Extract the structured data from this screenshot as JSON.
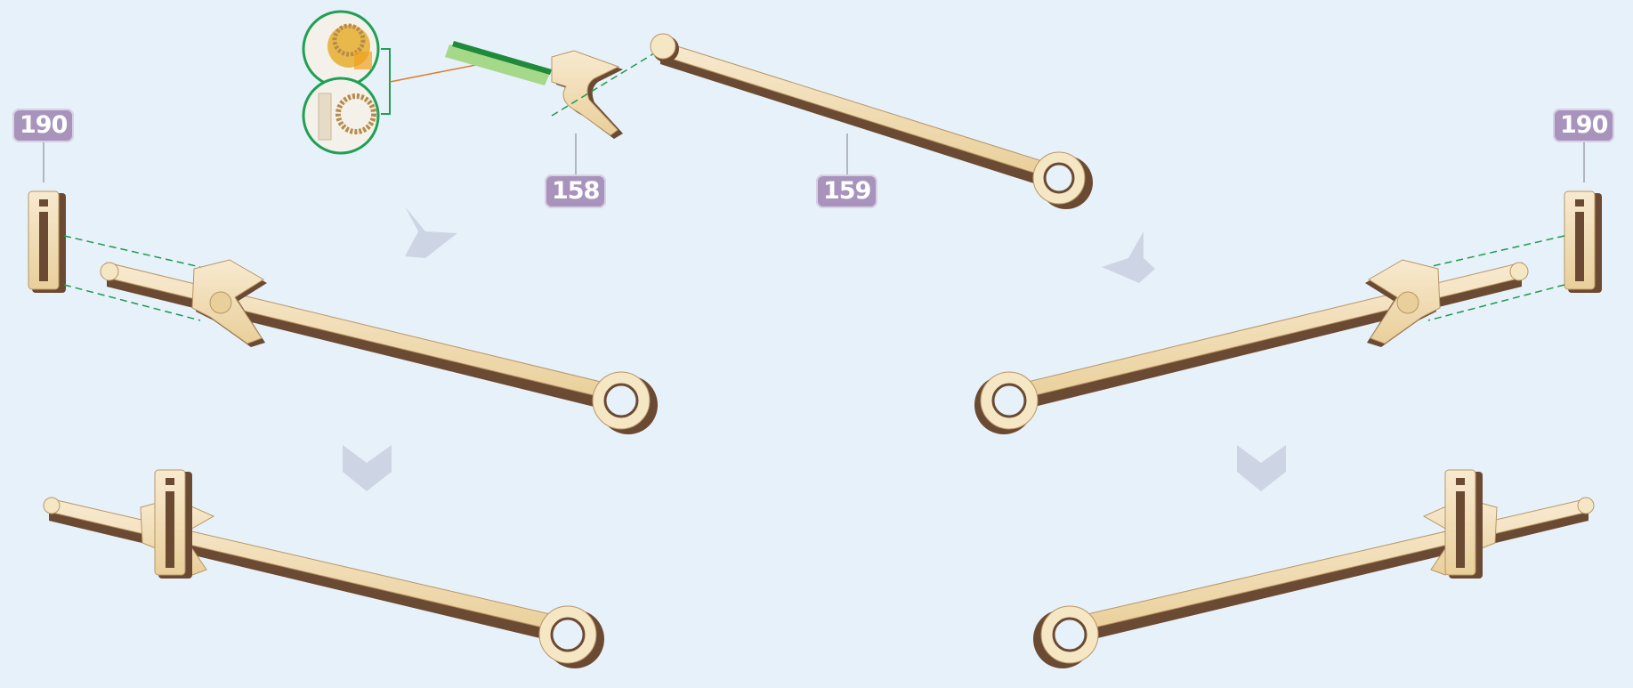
{
  "labels": {
    "part_190_left": "190",
    "part_158": "158",
    "part_159": "159",
    "part_190_right": "190"
  },
  "colors": {
    "background": "#e7f1f9",
    "label_bg": "#a893bd",
    "label_text": "#ffffff",
    "wood_face": "#f3dfb4",
    "wood_edge": "#6b4a33",
    "guide_line": "#1f9a4d",
    "glue_stick": "#2a9b3a",
    "arrow": "#cdd5e4"
  },
  "icons": [
    "glue-stick-icon",
    "detail-callout-gear-icon",
    "detail-callout-column-icon",
    "step-arrow-icon"
  ]
}
